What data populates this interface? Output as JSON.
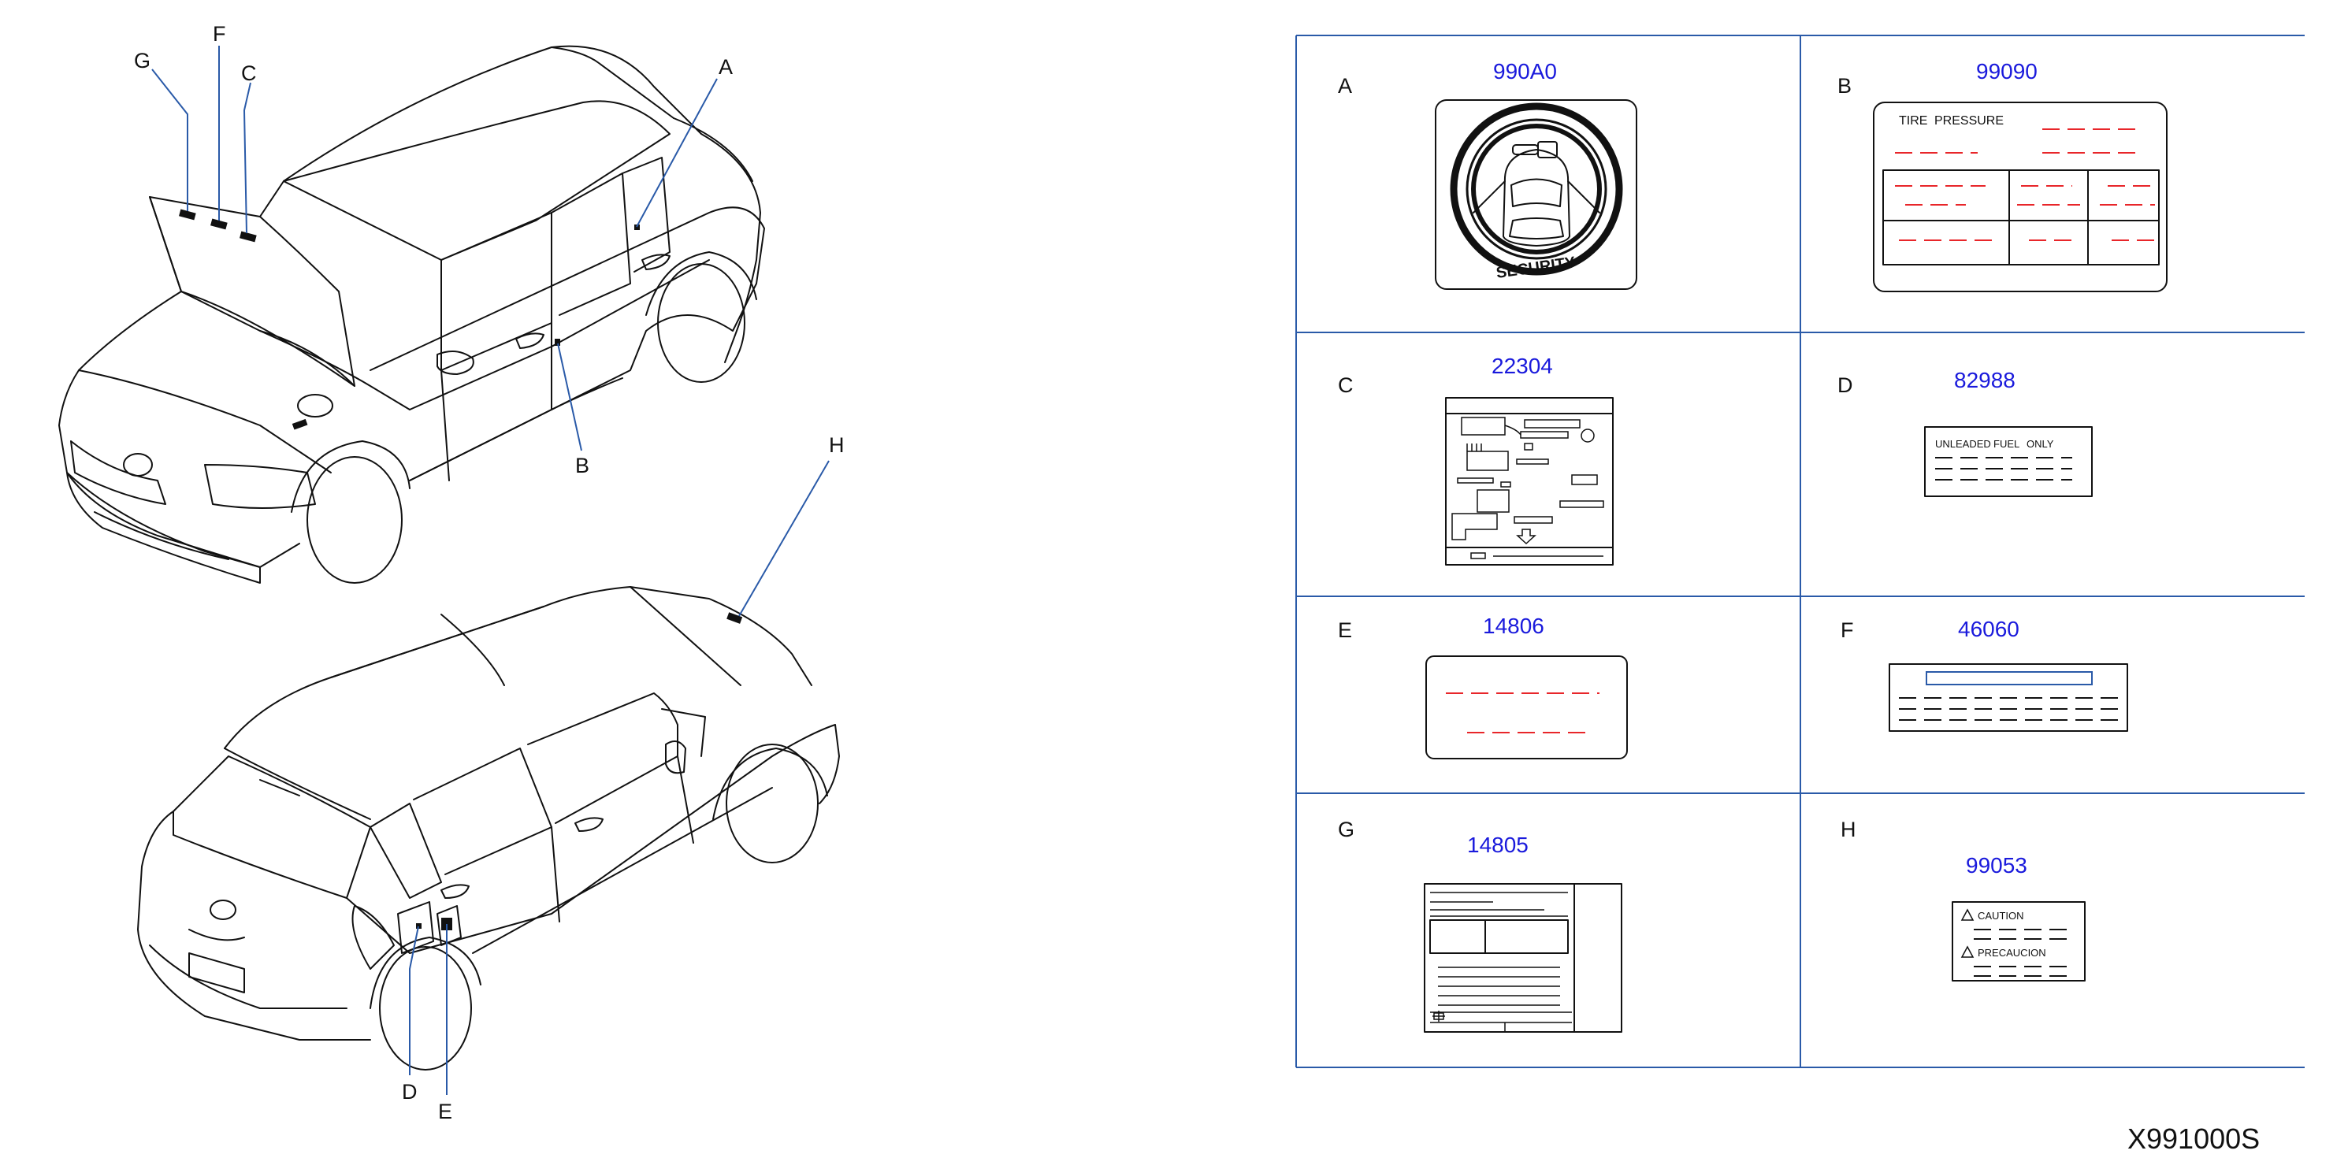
{
  "diagram": {
    "code": "X991000S",
    "callouts": [
      "A",
      "B",
      "C",
      "D",
      "E",
      "F",
      "G",
      "H"
    ],
    "labels": [
      {
        "letter": "A",
        "part": "990A0"
      },
      {
        "letter": "B",
        "part": "99090",
        "text": [
          "TIRE",
          "PRESSURE"
        ]
      },
      {
        "letter": "C",
        "part": "22304"
      },
      {
        "letter": "D",
        "part": "82988",
        "text": [
          "UNLEADED",
          "FUEL",
          "ONLY"
        ]
      },
      {
        "letter": "E",
        "part": "14806"
      },
      {
        "letter": "F",
        "part": "46060"
      },
      {
        "letter": "G",
        "part": "14805"
      },
      {
        "letter": "H",
        "part": "99053",
        "text": [
          "CAUTION",
          "PRECAUCION"
        ]
      }
    ],
    "security_text": "SECURITY",
    "colors": {
      "part_number": "#1a1adc",
      "grid": "#2a5aa8",
      "dash": "#e8262a"
    }
  }
}
